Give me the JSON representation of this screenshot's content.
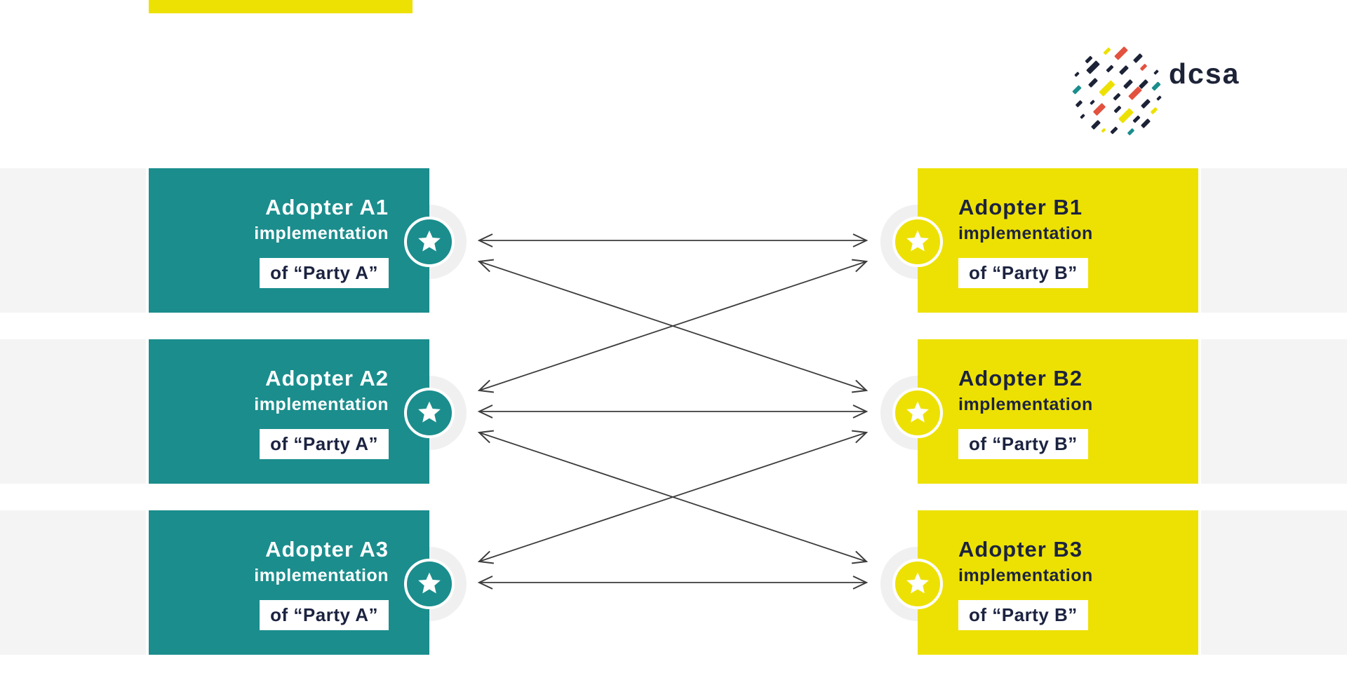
{
  "logo": {
    "text": "dcsa"
  },
  "colors": {
    "teal": "#1b8d8d",
    "yellow": "#ede104",
    "navy": "#1c2340",
    "logo_navy": "#1d2337",
    "logo_red": "#e2523f",
    "band_gray": "#f4f4f5",
    "halo_gray": "#f0f0f1",
    "arrow": "#3c3c3c",
    "label_bg": "#ffffff"
  },
  "icons": {
    "badge": "star-icon",
    "logo": "dcsa-dashes-logo"
  },
  "left_adopters": [
    {
      "id": "A1",
      "title": "Adopter A1",
      "subtitle": "implementation",
      "label": "of “Party A”"
    },
    {
      "id": "A2",
      "title": "Adopter A2",
      "subtitle": "implementation",
      "label": "of “Party A”"
    },
    {
      "id": "A3",
      "title": "Adopter A3",
      "subtitle": "implementation",
      "label": "of “Party A”"
    }
  ],
  "right_adopters": [
    {
      "id": "B1",
      "title": "Adopter B1",
      "subtitle": "implementation",
      "label": "of “Party B”"
    },
    {
      "id": "B2",
      "title": "Adopter B2",
      "subtitle": "implementation",
      "label": "of “Party B”"
    },
    {
      "id": "B3",
      "title": "Adopter B3",
      "subtitle": "implementation",
      "label": "of “Party B”"
    }
  ],
  "connections": [
    {
      "from": "A1",
      "to": "B1",
      "bidirectional": true
    },
    {
      "from": "A1",
      "to": "B2",
      "bidirectional": true
    },
    {
      "from": "A2",
      "to": "B1",
      "bidirectional": true
    },
    {
      "from": "A2",
      "to": "B2",
      "bidirectional": true
    },
    {
      "from": "A2",
      "to": "B3",
      "bidirectional": true
    },
    {
      "from": "A3",
      "to": "B2",
      "bidirectional": true
    },
    {
      "from": "A3",
      "to": "B3",
      "bidirectional": true
    }
  ]
}
